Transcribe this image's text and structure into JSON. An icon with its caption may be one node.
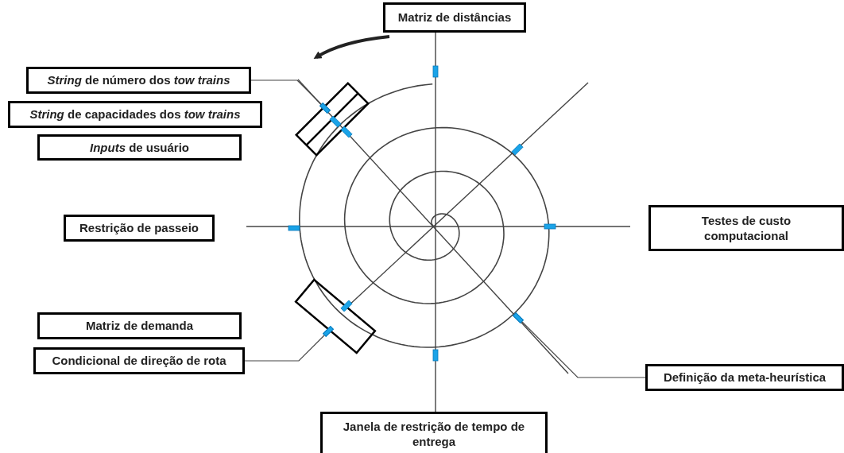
{
  "diagram": {
    "nodes": [
      {
        "text": [
          "Matriz de distâncias"
        ]
      },
      {
        "text": [
          "*String* de número dos *tow trains*"
        ]
      },
      {
        "text": [
          "*String* de capacidades dos *tow trains*"
        ]
      },
      {
        "text": [
          "*Inputs* de usuário"
        ]
      },
      {
        "text": [
          "Restrição de passeio"
        ]
      },
      {
        "text": [
          "Testes de custo computacional"
        ]
      },
      {
        "text": [
          "Matriz de demanda"
        ]
      },
      {
        "text": [
          "Condicional de direção de rota"
        ]
      },
      {
        "text": [
          "Definição da meta-heurística"
        ]
      },
      {
        "text": [
          "Janela de restrição de tempo de entrega"
        ]
      },
      {
        "text": [],
        "shape": "bar"
      },
      {
        "text": [],
        "shape": "bar"
      },
      {
        "text": [],
        "shape": "bar"
      }
    ],
    "edges": [
      {
        "from": 1,
        "to": 10,
        "arrow": "none"
      },
      {
        "from": 7,
        "to": 11,
        "arrow": "none"
      },
      {
        "from": 8,
        "to": 12,
        "arrow": "none"
      }
    ]
  }
}
